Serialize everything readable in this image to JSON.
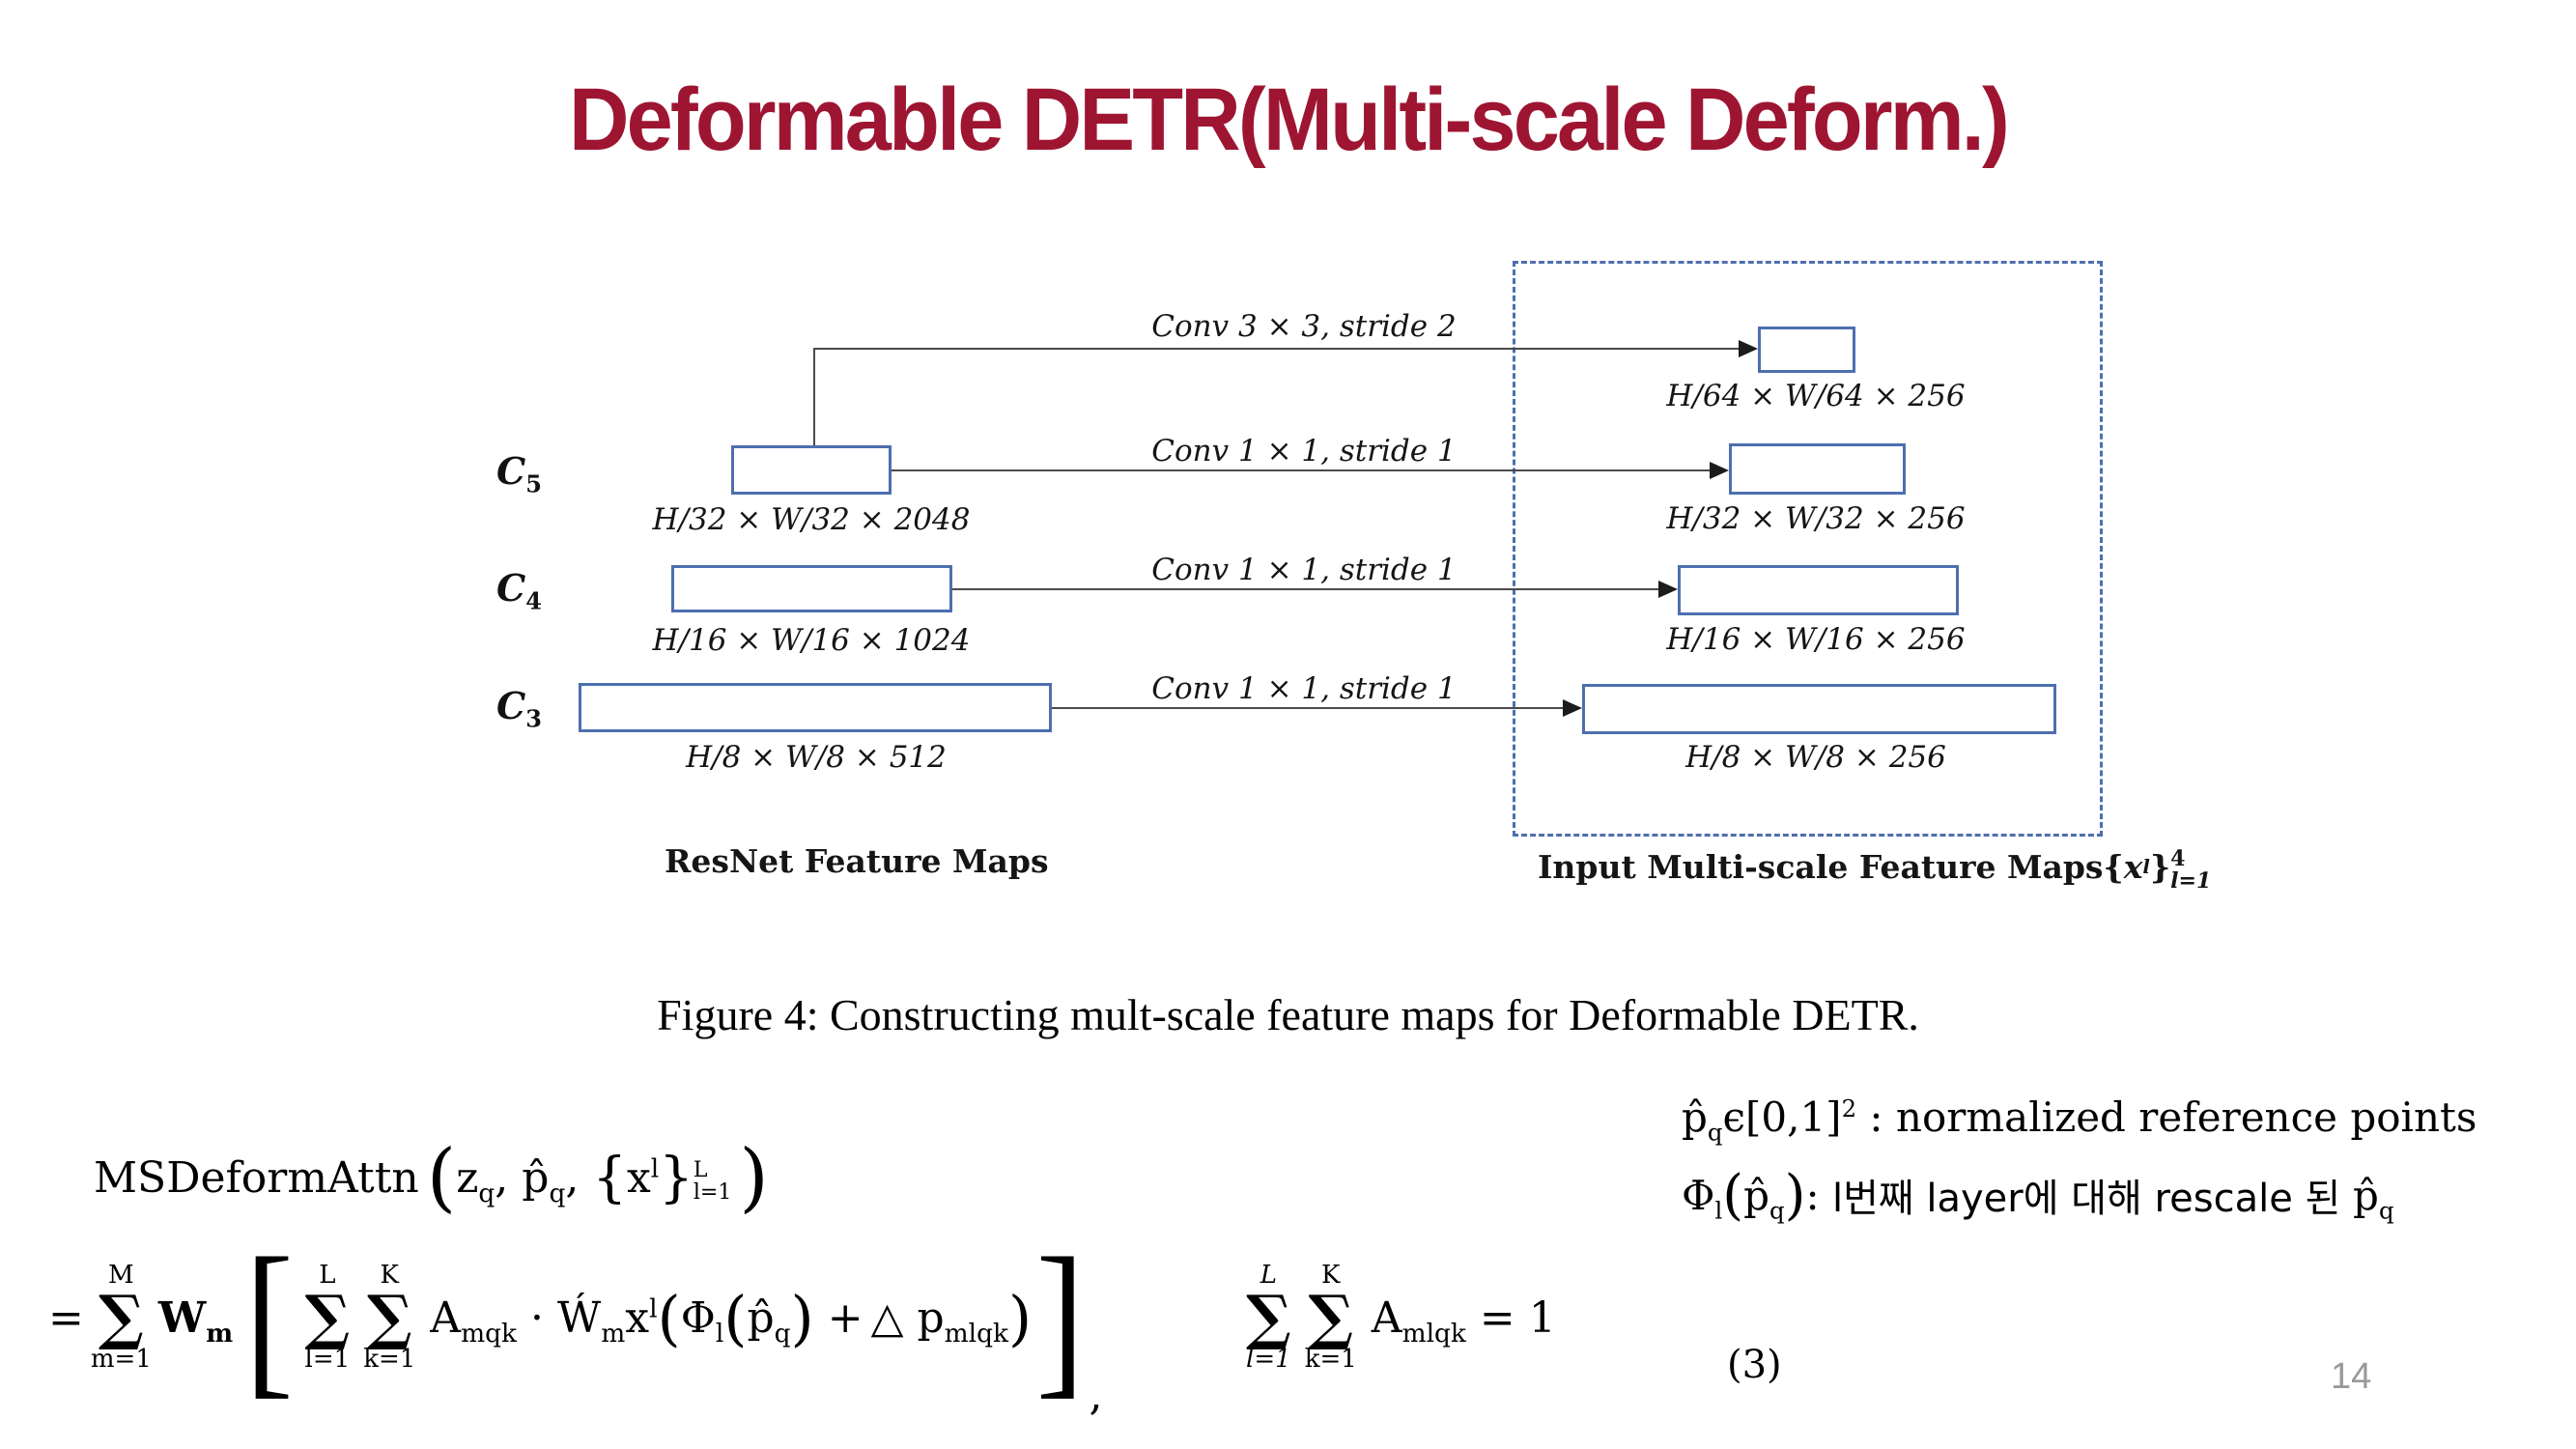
{
  "slide": {
    "title": "Deformable DETR(Multi-scale Deform.)",
    "page_number": "14",
    "title_color": "#9e1532",
    "accent_blue": "#4d6fae"
  },
  "figure": {
    "caption": "Figure 4: Constructing mult-scale feature maps for Deformable DETR.",
    "resnet_group_label": "ResNet Feature Maps",
    "input_group_label": {
      "prefix": "Input Multi-scale Feature Maps{",
      "x_base": "x",
      "x_sup": "l",
      "close_brace": "}",
      "sup": "4",
      "sub": "l=1"
    },
    "c_labels": [
      {
        "base": "C",
        "sub": "5"
      },
      {
        "base": "C",
        "sub": "4"
      },
      {
        "base": "C",
        "sub": "3"
      }
    ],
    "left_dims": [
      "H/32 × W/32 × 2048",
      "H/16 × W/16 × 1024",
      "H/8 × W/8 × 512"
    ],
    "right_dims": [
      "H/64 × W/64 × 256",
      "H/32 × W/32 × 256",
      "H/16 × W/16 × 256",
      "H/8 × W/8 × 256"
    ],
    "conv_labels": [
      "Conv 3 × 3, stride 2",
      "Conv 1 × 1, stride 1",
      "Conv 1 × 1, stride 1",
      "Conv 1 × 1, stride 1"
    ]
  },
  "equation": {
    "number": "(3)",
    "line1": {
      "fn": "MSDeformAttn",
      "open_paren": "(",
      "z_base": "z",
      "z_sub": "q",
      "comma1": ", ",
      "p_base": "p̂",
      "p_sub": "q",
      "comma2": ", ",
      "open_brace": "{",
      "x_base": "x",
      "x_sup": "l",
      "close_brace": "}",
      "lim_top": "L",
      "lim_bot": "l=1",
      "close_paren": ")"
    },
    "line2": {
      "equals": "=",
      "sum_m": {
        "top": "M",
        "symbol": "∑",
        "bottom": "m=1"
      },
      "W_base": "W",
      "W_sub": "m",
      "open_bracket": "[",
      "sum_l": {
        "top": "L",
        "symbol": "∑",
        "bottom": "l=1"
      },
      "sum_k": {
        "top": "K",
        "symbol": "∑",
        "bottom": "k=1"
      },
      "A_base": "A",
      "A_sub": "mqk",
      "dot": "·",
      "Wp_base": "Ẃ",
      "Wp_sub": "m",
      "x_base": "x",
      "x_sup": "l",
      "open_paren": "(",
      "phi_base": "Φ",
      "phi_sub": "l",
      "inner_open": "(",
      "p_base": "p̂",
      "p_sub": "q",
      "inner_close": ")",
      "plus": "+",
      "triangle": "△",
      "p2_base": " p",
      "p2_sub": "mlqk",
      "close_paren": ")",
      "close_bracket": "]",
      "comma": ","
    },
    "constraint": {
      "sum_l": {
        "top": "L",
        "symbol": "∑",
        "bottom": "l=1"
      },
      "sum_k": {
        "top": "K",
        "symbol": "∑",
        "bottom": "k=1"
      },
      "A_base": "A",
      "A_sub": "mlqk",
      "equals_one": " = 1"
    }
  },
  "notes": {
    "line1": {
      "p_base": "p̂",
      "p_sub": "q",
      "epsilon_interval": "ϵ[0,1]",
      "sup": "2",
      "tail": " : normalized reference points"
    },
    "line2": {
      "phi_base": "Φ",
      "phi_sub": "l",
      "open_paren": "(",
      "p_base": "p̂",
      "p_sub": "q",
      "close_paren": ")",
      "colon": ": ",
      "korean_tail": "l번째 layer에 대해 rescale 된 ",
      "p2_base": "p̂",
      "p2_sub": "q"
    }
  }
}
